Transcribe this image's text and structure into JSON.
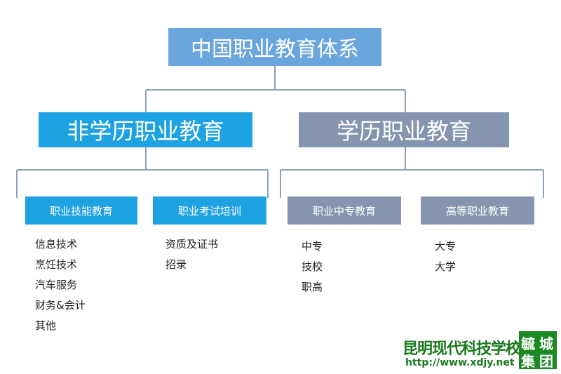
{
  "root": {
    "label": "中国职业教育体系"
  },
  "branches": [
    {
      "label": "非学历职业教育",
      "color": "#1fa2e2",
      "children": [
        {
          "label": "职业技能教育",
          "items": [
            "信息技术",
            "烹饪技术",
            "汽车服务",
            "财务&会计",
            "其他"
          ]
        },
        {
          "label": "职业考试培训",
          "items": [
            "资质及证书",
            "招录"
          ]
        }
      ]
    },
    {
      "label": "学历职业教育",
      "color": "#8595b0",
      "children": [
        {
          "label": "职业中专教育",
          "items": [
            "中专",
            "技校",
            "职高"
          ]
        },
        {
          "label": "高等职业教育",
          "items": [
            "大专",
            "大学"
          ]
        }
      ]
    }
  ],
  "logo": {
    "name": "昆明现代科技学校",
    "url": "http://www.xdjy.net",
    "mark": [
      "毓",
      "城",
      "集",
      "团"
    ],
    "color": "#1b8a24"
  }
}
